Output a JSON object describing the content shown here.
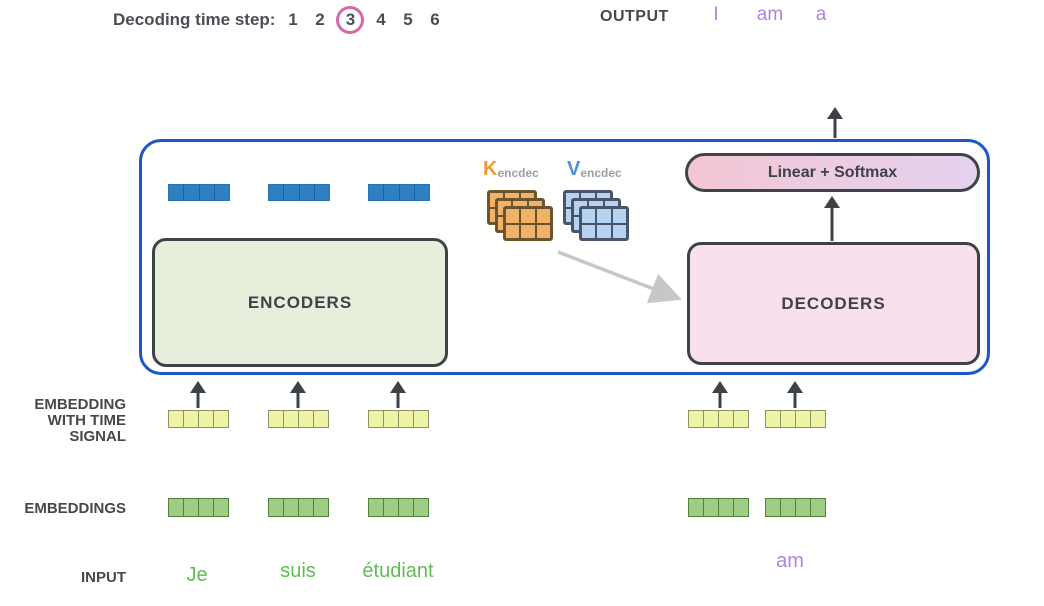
{
  "header": {
    "decoding_label": "Decoding time step:",
    "steps": [
      "1",
      "2",
      "3",
      "4",
      "5",
      "6"
    ],
    "active_step": "3",
    "output_label": "OUTPUT",
    "output_words": [
      "I",
      "am",
      "a"
    ]
  },
  "transformer": {
    "encoders_label": "ENCODERS",
    "decoders_label": "DECODERS",
    "linear_softmax_label": "Linear + Softmax",
    "k": {
      "symbol": "K",
      "subscript": "encdec"
    },
    "v": {
      "symbol": "V",
      "subscript": "encdec"
    }
  },
  "left_labels": {
    "embedding_time": "EMBEDDING\nWITH TIME\nSIGNAL",
    "embeddings": "EMBEDDINGS",
    "input": "INPUT"
  },
  "encoder_side": {
    "words": [
      "Je",
      "suis",
      "étudiant"
    ],
    "token_count": 3
  },
  "decoder_side": {
    "word": "am",
    "token_count": 2
  },
  "bars": {
    "cells_per_bar": 4
  },
  "kv": {
    "stack_layers": 3,
    "grid_cols": 3,
    "grid_rows": 2
  },
  "colors": {
    "container_border": "#1a57c7",
    "encoder_fill": "#e5efdc",
    "decoder_fill": "#f8e1ed",
    "pill_gradient_left": "#f3c6d4",
    "pill_gradient_right": "#e4d2ef",
    "box_border": "#3e4347",
    "blue_bar": "#2f80c2",
    "yellow_bar": "#eef3a6",
    "green_bar": "#9ecd86",
    "k_orange": "#f29b2f",
    "k_matrix_fill": "#f2b368",
    "v_blue": "#4d8fdb",
    "v_matrix_fill": "#b5d2f0",
    "green_text": "#5dbd50",
    "purple_text": "#ad84da",
    "step_circle": "#d669a7",
    "dark_text": "#44494e",
    "gray_arrow": "#c7c7c7"
  }
}
